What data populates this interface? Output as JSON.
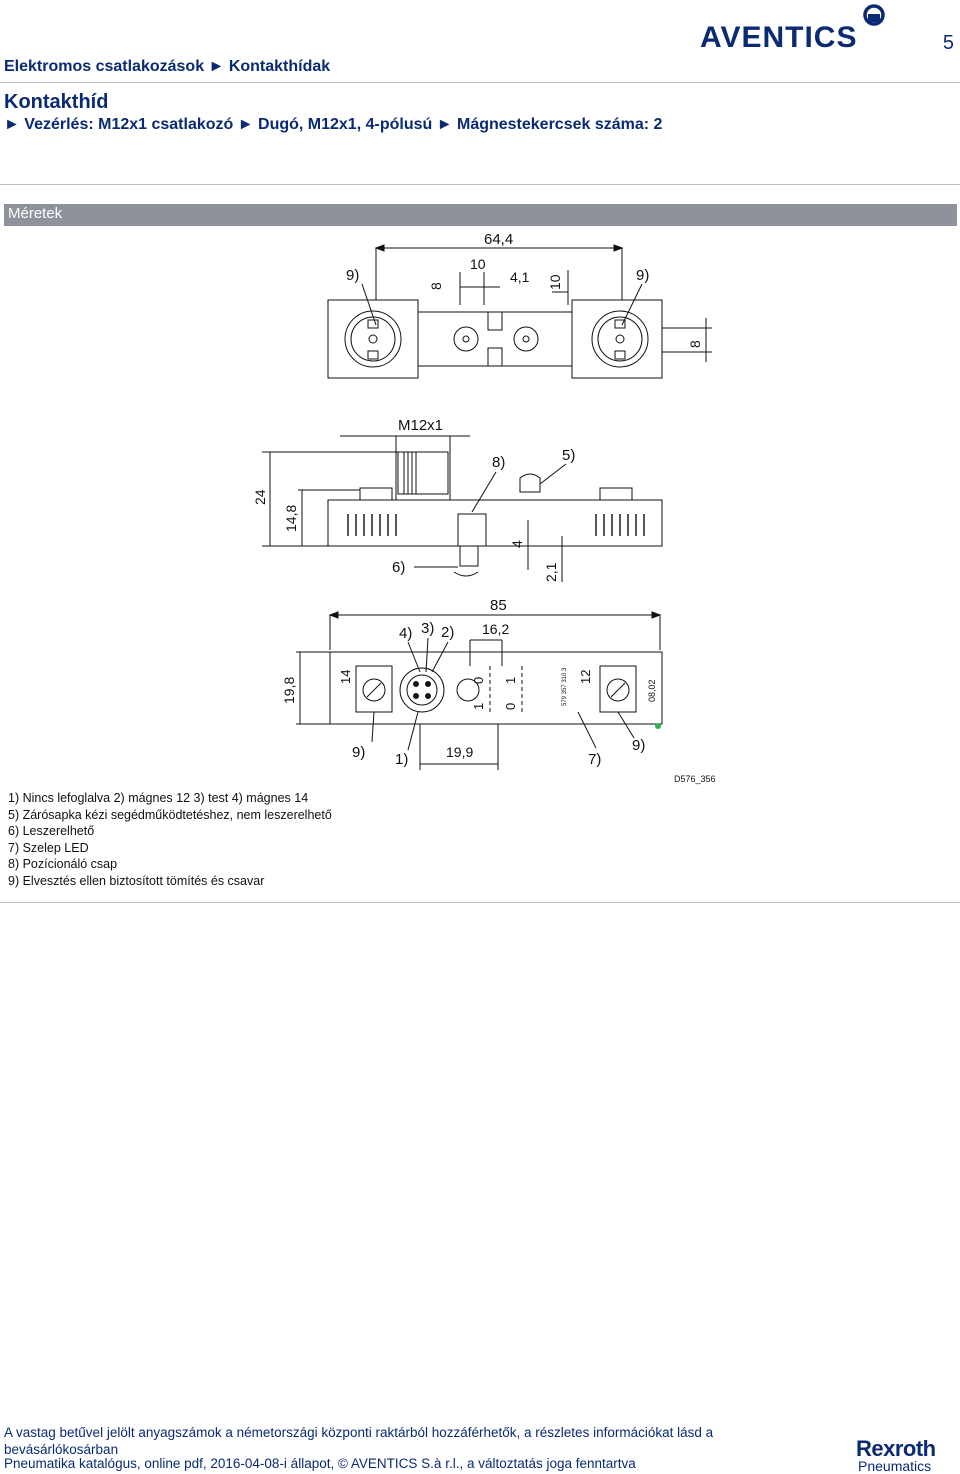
{
  "header": {
    "breadcrumb": "Elektromos csatlakozások ► Kontakthídak",
    "page_number": "5",
    "logo_text": "AVENTICS"
  },
  "title": "Kontakthíd",
  "subtitle": "► Vezérlés: M12x1 csatlakozó ► Dugó, M12x1, 4-pólusú ► Mágnestekercsek száma: 2",
  "section": {
    "label": "Méretek"
  },
  "drawing": {
    "top_view": {
      "dim_total": "64,4",
      "dim_a": "10",
      "dim_b": "8",
      "dim_c": "4,1",
      "dim_d": "10",
      "dim_height": "8",
      "callout_left": "9)",
      "callout_right": "9)"
    },
    "side_view": {
      "thread": "M12x1",
      "callout_8": "8)",
      "callout_5": "5)",
      "callout_6": "6)",
      "dim_24": "24",
      "dim_14_8": "14,8",
      "dim_4": "4",
      "dim_2_1": "2,1"
    },
    "front_view": {
      "dim_85": "85",
      "dim_16_2": "16,2",
      "dim_19_8": "19,8",
      "dim_19_9": "19,9",
      "label_14": "14",
      "label_12": "12",
      "callout_4": "4)",
      "callout_3": "3)",
      "callout_2": "2)",
      "callout_1": "1)",
      "callout_7": "7)",
      "callout_9a": "9)",
      "callout_9b": "9)",
      "mark_0a": "0",
      "mark_1a": "1",
      "mark_1b": "1",
      "mark_0b": "0",
      "part_no": "579 357 310 3",
      "date": "08,02",
      "drawing_id": "D576_356"
    }
  },
  "legend": [
    "1) Nincs lefoglalva 2) mágnes 12 3) test 4) mágnes 14",
    "5) Zárósapka kézi segédműködtetéshez, nem leszerelhető",
    "6) Leszerelhető",
    "7) Szelep LED",
    "8) Pozícionáló csap",
    "9) Elvesztés ellen biztosított tömítés és csavar"
  ],
  "footer": {
    "note": "A vastag betűvel jelölt anyagszámok a németországi központi raktárból hozzáférhetők, a részletes információkat lásd a bevásárlókosárban",
    "catalog": "Pneumatika katalógus, online pdf, 2016-04-08-i állapot, © AVENTICS S.à r.l., a változtatás joga fenntartva",
    "brand": "Rexroth",
    "brand_sub": "Pneumatics"
  }
}
